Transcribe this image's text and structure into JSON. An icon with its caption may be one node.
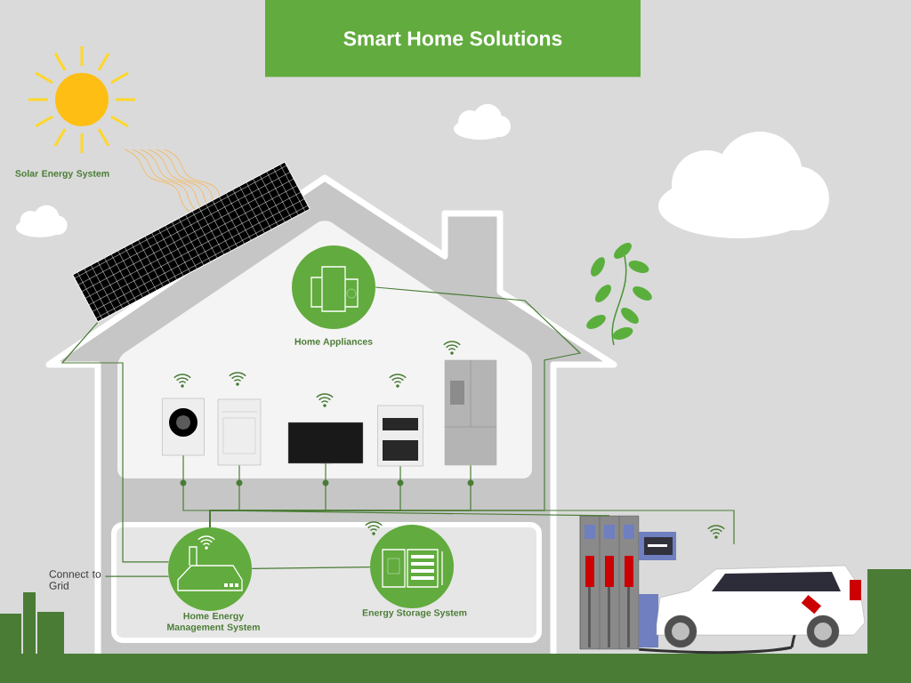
{
  "diagram": {
    "title": "Smart Home Solutions",
    "nodes": [
      {
        "text": [
          "Solar Energy System"
        ]
      },
      {
        "text": [],
        "shape": "picture"
      },
      {
        "text": [
          "Home Appliances"
        ]
      },
      {
        "text": [],
        "shape": "picture"
      },
      {
        "text": [],
        "shape": "picture"
      },
      {
        "text": [],
        "shape": "picture"
      },
      {
        "text": [],
        "shape": "picture"
      },
      {
        "text": [],
        "shape": "picture"
      },
      {
        "text": [
          "Home Energy Management System"
        ]
      },
      {
        "text": [
          "Energy Storage System"
        ]
      },
      {
        "text": [
          "Connect to Grid"
        ]
      },
      {
        "text": [],
        "shape": "picture"
      },
      {
        "text": [],
        "shape": "picture"
      }
    ],
    "edges": [
      {
        "from": 1,
        "to": 8,
        "arrow": "none"
      },
      {
        "from": 2,
        "to": 8,
        "arrow": "none"
      },
      {
        "from": 3,
        "to": 8,
        "arrow": "none"
      },
      {
        "from": 4,
        "to": 8,
        "arrow": "none"
      },
      {
        "from": 5,
        "to": 8,
        "arrow": "none"
      },
      {
        "from": 6,
        "to": 8,
        "arrow": "none"
      },
      {
        "from": 7,
        "to": 8,
        "arrow": "none"
      },
      {
        "from": 10,
        "to": 8,
        "arrow": "none"
      },
      {
        "from": 8,
        "to": 9,
        "arrow": "none"
      },
      {
        "from": 8,
        "to": 11,
        "arrow": "none"
      },
      {
        "from": 8,
        "to": 12,
        "arrow": "none"
      },
      {
        "from": 11,
        "to": 12,
        "arrow": "none",
        "style": "thick",
        "color": "#323232"
      }
    ]
  }
}
